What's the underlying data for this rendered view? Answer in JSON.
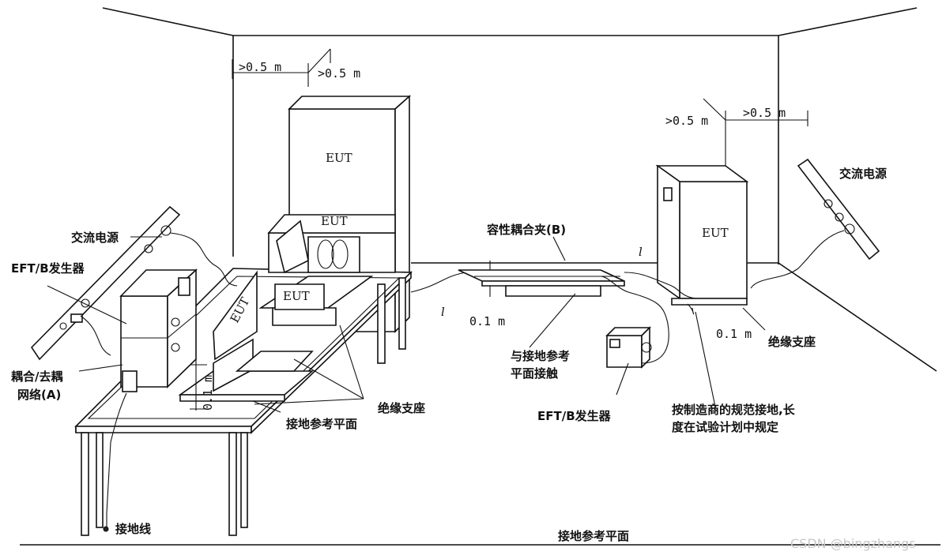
{
  "labels": {
    "ac_power": "交流电源",
    "eft_generator": "EFT/B发生器",
    "cdn_line1": "耦合/去耦",
    "cdn_line2": "网络(A)",
    "eut": "EUT",
    "dim_05": ">0.5 m",
    "dim_01": "0.1 m",
    "dim_01_vertical": "0.1 m",
    "capacitive_clamp": "容性耦合夹(B)",
    "length_symbol": "l",
    "contact_ground_line1": "与接地参考",
    "contact_ground_line2": "平面接触",
    "insulating_support": "绝缘支座",
    "ground_reference_plane": "接地参考平面",
    "ground_wire": "接地线",
    "grounding_note_line1": "按制造商的规范接地,长",
    "grounding_note_line2": "度在试验计划中规定"
  },
  "watermark": "CSDN @bingzhangs"
}
